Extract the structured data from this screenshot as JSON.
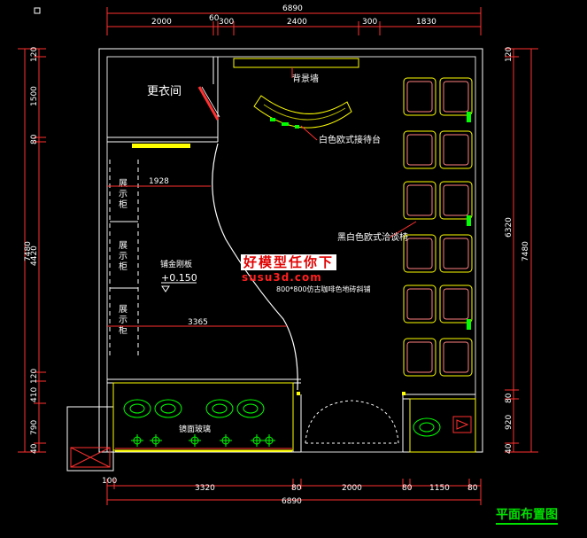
{
  "dims": {
    "top_total": "6890",
    "top_segments": [
      "2000",
      "60",
      "300",
      "2400",
      "300",
      "1830"
    ],
    "bottom_segments": [
      "100",
      "3320",
      "80",
      "2000",
      "80",
      "1150",
      "80"
    ],
    "bottom_total": "6890",
    "left_total": "7480",
    "left_segments": [
      "120",
      "1500",
      "80",
      "4420",
      "120",
      "410",
      "790",
      "40"
    ],
    "right_total": "7480",
    "right_segments": [
      "120",
      "6320",
      "80",
      "920",
      "40"
    ],
    "inner": [
      "1928",
      "3365"
    ]
  },
  "labels": {
    "dressing_room": "更衣间",
    "background_wall": "背景墙",
    "reception_desk": "白色欧式接待台",
    "display_cabinet_chars": [
      "展",
      "示",
      "柜"
    ],
    "sofa_area": "黑白色欧式洽谈椅",
    "floor_board": "铺金刚板",
    "floor_level": "+0.150",
    "floor_tile": "800*800仿古咖啡色地砖斜铺",
    "mirror_glass": "镜面玻璃"
  },
  "watermark": {
    "name": "好模型任你下",
    "url": "susu3d.com"
  },
  "title": "平面布置图",
  "colors": {
    "wall": "#ffffff",
    "dimension": "#ff3030",
    "furniture": "#ffff00",
    "accent": "#00ff00",
    "title": "#00e000"
  }
}
